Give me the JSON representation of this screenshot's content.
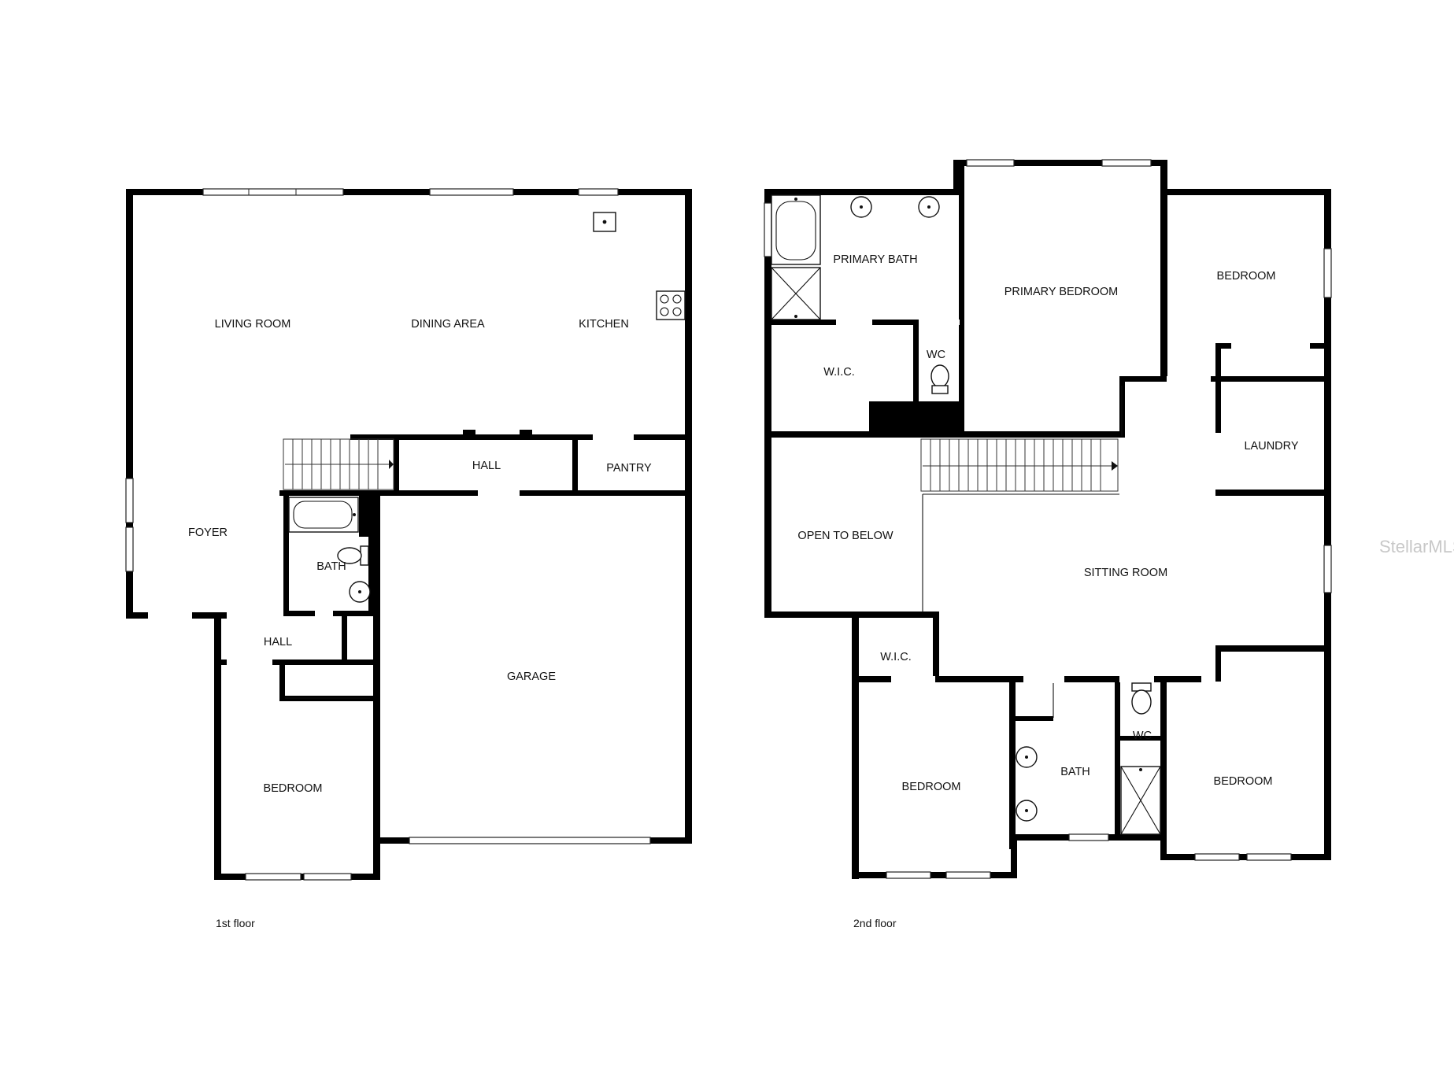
{
  "floors": [
    {
      "caption": "1st floor",
      "rooms": {
        "living_room": "LIVING ROOM",
        "dining_area": "DINING AREA",
        "kitchen": "KITCHEN",
        "hall_top": "HALL",
        "pantry": "PANTRY",
        "foyer": "FOYER",
        "bath": "BATH",
        "hall_bottom": "HALL",
        "garage": "GARAGE",
        "bedroom": "BEDROOM"
      }
    },
    {
      "caption": "2nd floor",
      "rooms": {
        "primary_bath": "PRIMARY BATH",
        "primary_bedroom": "PRIMARY BEDROOM",
        "bedroom_ne": "BEDROOM",
        "wic_top": "W.I.C.",
        "wc_top": "WC",
        "laundry": "LAUNDRY",
        "open_to_below": "OPEN TO BELOW",
        "sitting_room": "SITTING ROOM",
        "wic_bottom": "W.I.C.",
        "bedroom_sw": "BEDROOM",
        "bath": "BATH",
        "wc_bottom": "WC",
        "bedroom_se": "BEDROOM"
      }
    }
  ],
  "watermark": "StellarMLS"
}
